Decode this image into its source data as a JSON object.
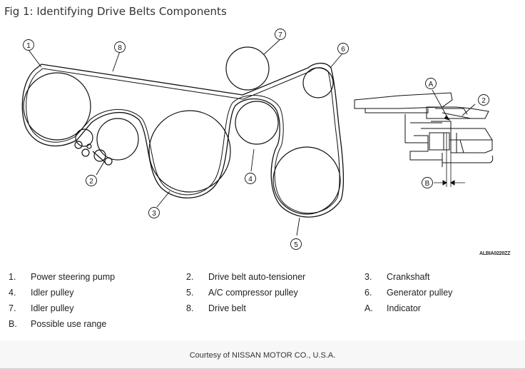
{
  "figure": {
    "title": "Fig 1: Identifying Drive Belts Components",
    "code": "ALBIA0220ZZ"
  },
  "callouts": {
    "c1": "1",
    "c2": "2",
    "c3": "3",
    "c4": "4",
    "c5": "5",
    "c6": "6",
    "c7": "7",
    "c8": "8",
    "cA": "A",
    "c2b": "2",
    "cB": "B"
  },
  "legend": [
    {
      "key": "1.",
      "text": "Power steering pump"
    },
    {
      "key": "2.",
      "text": "Drive belt auto-tensioner"
    },
    {
      "key": "3.",
      "text": "Crankshaft"
    },
    {
      "key": "4.",
      "text": "Idler pulley"
    },
    {
      "key": "5.",
      "text": "A/C compressor pulley"
    },
    {
      "key": "6.",
      "text": "Generator pulley"
    },
    {
      "key": "7.",
      "text": "Idler pulley"
    },
    {
      "key": "8.",
      "text": "Drive belt"
    },
    {
      "key": "A.",
      "text": "Indicator"
    },
    {
      "key": "B.",
      "text": "Possible use range"
    }
  ],
  "footer": {
    "courtesy": "Courtesy of NISSAN MOTOR CO., U.S.A."
  }
}
